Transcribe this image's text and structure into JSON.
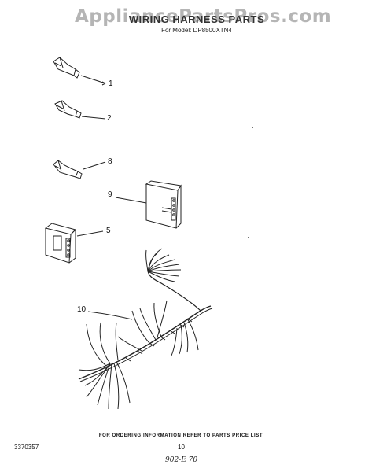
{
  "watermark": "AppliancePartsPros.com",
  "header": {
    "title": "WIRING HARNESS PARTS",
    "model": "For Model: DP8500XTN4"
  },
  "callouts": {
    "c1": "1",
    "c2": "2",
    "c8": "8",
    "c9": "9",
    "c5": "5",
    "c10": "10"
  },
  "footer": {
    "note": "FOR ORDERING INFORMATION REFER TO PARTS PRICE LIST",
    "doc_number": "3370357",
    "page_number": "10",
    "handwritten": "902-E 70"
  }
}
